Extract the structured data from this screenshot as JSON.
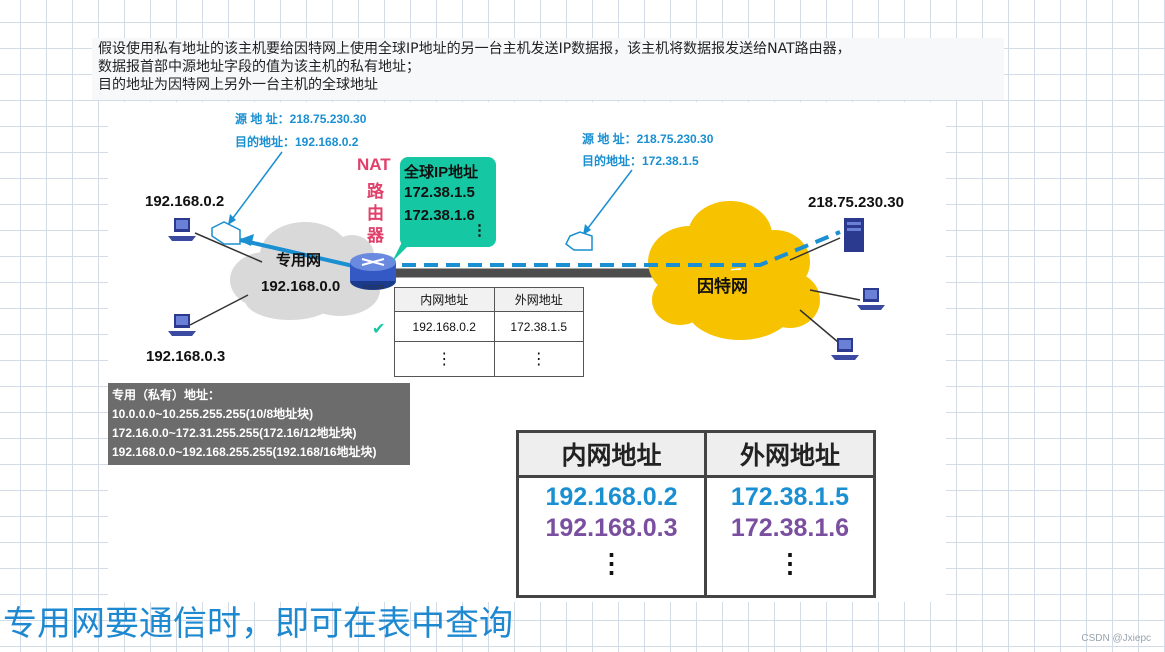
{
  "note": {
    "line1": "假设使用私有地址的该主机要给因特网上使用全球IP地址的另一台主机发送IP数据报，该主机将数据报发送给NAT路由器，",
    "line2": "数据报首部中源地址字段的值为该主机的私有地址；",
    "line3": "目的地址为因特网上另外一台主机的全球地址"
  },
  "left_datagram": {
    "src": "源  地  址：218.75.230.30",
    "dst": "目的地址：192.168.0.2"
  },
  "right_datagram": {
    "src": "源  地  址：218.75.230.30",
    "dst": "目的地址：172.38.1.5"
  },
  "hosts": {
    "host_a": "192.168.0.2",
    "host_b": "192.168.0.3",
    "remote": "218.75.230.30"
  },
  "private_cloud": {
    "name": "专用网",
    "network": "192.168.0.0"
  },
  "internet_cloud": {
    "name": "因特网"
  },
  "nat_router": {
    "c1": "NAT",
    "c2": "路",
    "c3": "由",
    "c4": "器",
    "router_tag": "ROUTER"
  },
  "global_ip_bubble": {
    "title": "全球IP地址",
    "ip1": "172.38.1.5",
    "ip2": "172.38.1.6",
    "more": "⋮"
  },
  "small_table": {
    "h_inner": "内网地址",
    "h_outer": "外网地址",
    "inner1": "192.168.0.2",
    "outer1": "172.38.1.5",
    "more": "⋮",
    "check": "✔"
  },
  "private_ranges": {
    "title": "专用（私有）地址：",
    "r1": "10.0.0.0~10.255.255.255(10/8地址块)",
    "r2": "172.16.0.0~172.31.255.255(172.16/12地址块)",
    "r3": "192.168.0.0~192.168.255.255(192.168/16地址块)"
  },
  "big_table": {
    "h_inner": "内网地址",
    "h_outer": "外网地址",
    "inner1": "192.168.0.2",
    "outer1": "172.38.1.5",
    "inner2": "192.168.0.3",
    "outer2": "172.38.1.6",
    "more": "⋮"
  },
  "bottom_text": "专用网要通信时，即可在表中查询",
  "watermark": "CSDN @Jxiepc",
  "colors": {
    "blue": "#1a8fd1",
    "purple": "#7b4fa0",
    "teal": "#16c7a3",
    "internet_cloud": "#f7c200",
    "private_cloud": "#d9d9d9",
    "red": "#e0406a"
  }
}
